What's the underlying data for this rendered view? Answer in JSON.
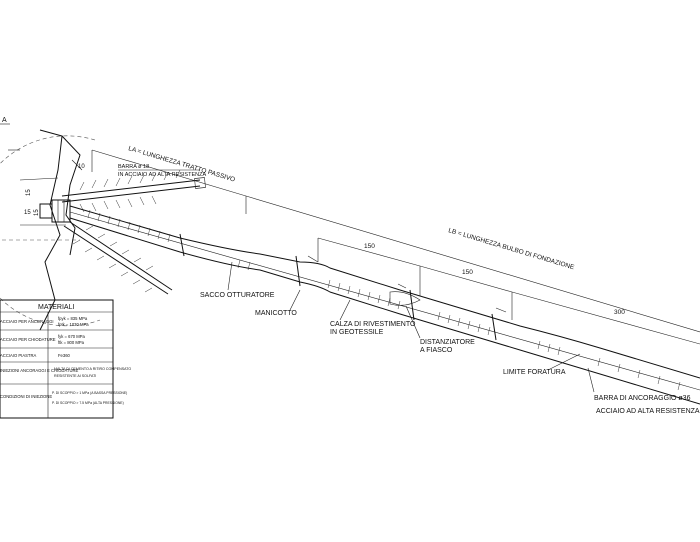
{
  "dimensions": {
    "passive_length": "LA = LUNGHEZZA TRATTO PASSIVO",
    "bulb_length": "LB = LUNGHEZZA BULBO DI FONDAZIONE",
    "spacing_1": "150",
    "spacing_2": "150",
    "spacing_3": "300",
    "angle_10": "10",
    "dim_15a": "15",
    "dim_15b": "15",
    "dim_15c": "15",
    "section_mark": "A"
  },
  "labels": {
    "bar_top_line1": "BARRA ø 18",
    "bar_top_line2": "IN ACCIAIO AD ALTA RESISTENZA",
    "sacco": "SACCO OTTURATORE",
    "manicotto": "MANICOTTO",
    "calza_line1": "CALZA DI RIVESTIMENTO",
    "calza_line2": "IN GEOTESSILE",
    "distanziatore_line1": "DISTANZIATORE",
    "distanziatore_line2": "A FIASCO",
    "limite": "LIMITE FORATURA",
    "barra_line1": "BARRA DI ANCORAGGIO ø36",
    "barra_line2": "ACCIAIO AD ALTA RESISTENZA"
  },
  "materials_table": {
    "title": "MATERIALI",
    "rows": [
      {
        "label": "ACCIAIO PER ANCORAGGI",
        "value_line1": "fpyk = 835 MPa",
        "value_line2": "fptk = 1030 MPa"
      },
      {
        "label": "ACCIAIO PER CHIODATURE",
        "value_line1": "fyk = 670 MPa",
        "value_line2": "ftk = 800 MPa"
      },
      {
        "label": "ACCIAIO PIASTRA",
        "value_line1": "Fe360",
        "value_line2": ""
      },
      {
        "label": "INIEZIONI ANCORAGGI E CHIODATURE",
        "value_line1": "MALTA DI CEMENTO A RITIRO COMPENSATO",
        "value_line2": "RESISTENTE AI SOLFATI"
      },
      {
        "label": "CONDIZIONI DI INIEZIONE",
        "value_line1": "P. DI SCOPPIO > 1 MPa (A BASSA PRESSIONE)",
        "value_line2": "P. DI SCOPPIO > 7.5 MPa (ALTA PRESSIONE)"
      }
    ]
  }
}
